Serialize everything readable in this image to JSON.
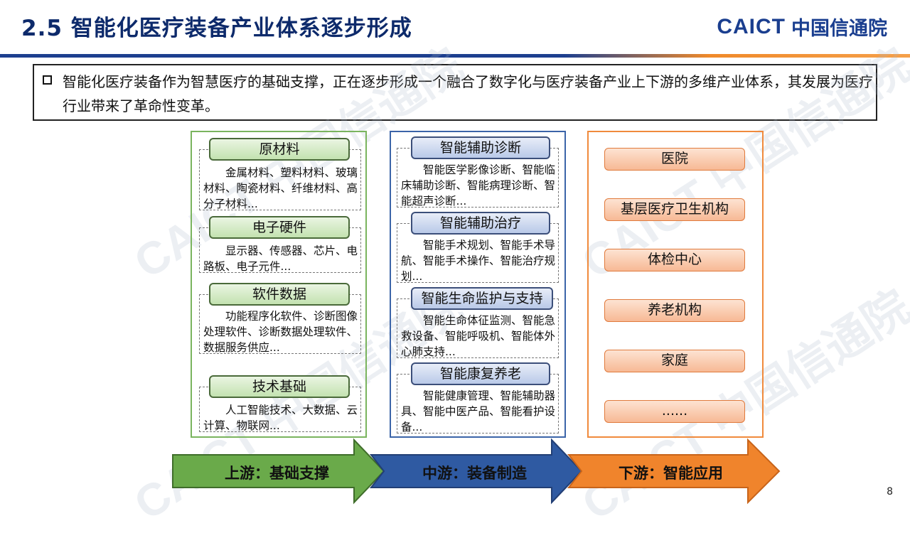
{
  "header": {
    "title": "2.5 智能化医疗装备产业体系逐步形成",
    "logo_en": "CAICT",
    "logo_cn": "中国信通院"
  },
  "intro": {
    "text": "智能化医疗装备作为智慧医疗的基础支撑，正在逐步形成一个融合了数字化与医疗装备产业上下游的多维产业体系，其发展为医疗行业带来了革命性变革。"
  },
  "upstream": {
    "items": [
      {
        "label": "原材料",
        "desc": "金属材料、塑料材料、玻璃材料、陶瓷材料、纤维材料、高分子材料..."
      },
      {
        "label": "电子硬件",
        "desc": "显示器、传感器、芯片、电路板、电子元件..."
      },
      {
        "label": "软件数据",
        "desc": "功能程序化软件、诊断图像处理软件、诊断数据处理软件、数据服务供应..."
      },
      {
        "label": "技术基础",
        "desc": "人工智能技术、大数据、云计算、物联网..."
      }
    ]
  },
  "midstream": {
    "items": [
      {
        "label": "智能辅助诊断",
        "desc": "智能医学影像诊断、智能临床辅助诊断、智能病理诊断、智能超声诊断..."
      },
      {
        "label": "智能辅助治疗",
        "desc": "智能手术规划、智能手术导航、智能手术操作、智能治疗规划..."
      },
      {
        "label": "智能生命监护与支持",
        "desc": "智能生命体征监测、智能急救设备、智能呼吸机、智能体外心肺支持..."
      },
      {
        "label": "智能康复养老",
        "desc": "智能健康管理、智能辅助器具、智能中医产品、智能看护设备..."
      }
    ]
  },
  "downstream": {
    "items": [
      "医院",
      "基层医疗卫生机构",
      "体检中心",
      "养老机构",
      "家庭",
      "......"
    ]
  },
  "arrows": {
    "up": "上游：基础支撑",
    "mid": "中游：装备制造",
    "down": "下游：智能应用"
  },
  "colors": {
    "up": "#6aaa4a",
    "mid": "#2f5aa2",
    "down": "#f0842c",
    "title": "#0d2a6b"
  },
  "page_number": "8"
}
